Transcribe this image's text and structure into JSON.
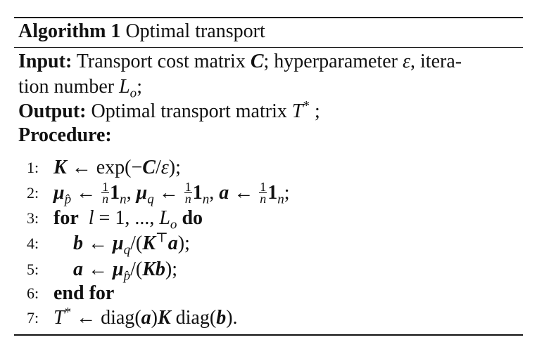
{
  "algorithm": {
    "label": "Algorithm 1",
    "name": "Optimal transport"
  },
  "input": {
    "label": "Input:",
    "text_a": "Transport cost matrix",
    "sym_C": "C",
    "text_b": "; hyperparameter",
    "sym_eps": "ε",
    "text_c": ", itera-",
    "text_d": "tion number",
    "sym_L": "L",
    "sym_L_sub": "o",
    "text_e": ";"
  },
  "output": {
    "label": "Output:",
    "text_a": "Optimal transport matrix",
    "sym_T": "T",
    "sym_T_sup": "*",
    "text_b": " ;"
  },
  "procedure": {
    "label": "Procedure:"
  },
  "steps": [
    {
      "num": "1:"
    },
    {
      "num": "2:"
    },
    {
      "num": "3:",
      "kw_for": "for",
      "kw_do": "do"
    },
    {
      "num": "4:"
    },
    {
      "num": "5:"
    },
    {
      "num": "6:",
      "kw_endfor": "end for"
    },
    {
      "num": "7:"
    }
  ],
  "math": {
    "arrow": "←",
    "exp": "exp",
    "diag": "diag",
    "one": "1",
    "n": "n",
    "range": "1, ..., "
  }
}
